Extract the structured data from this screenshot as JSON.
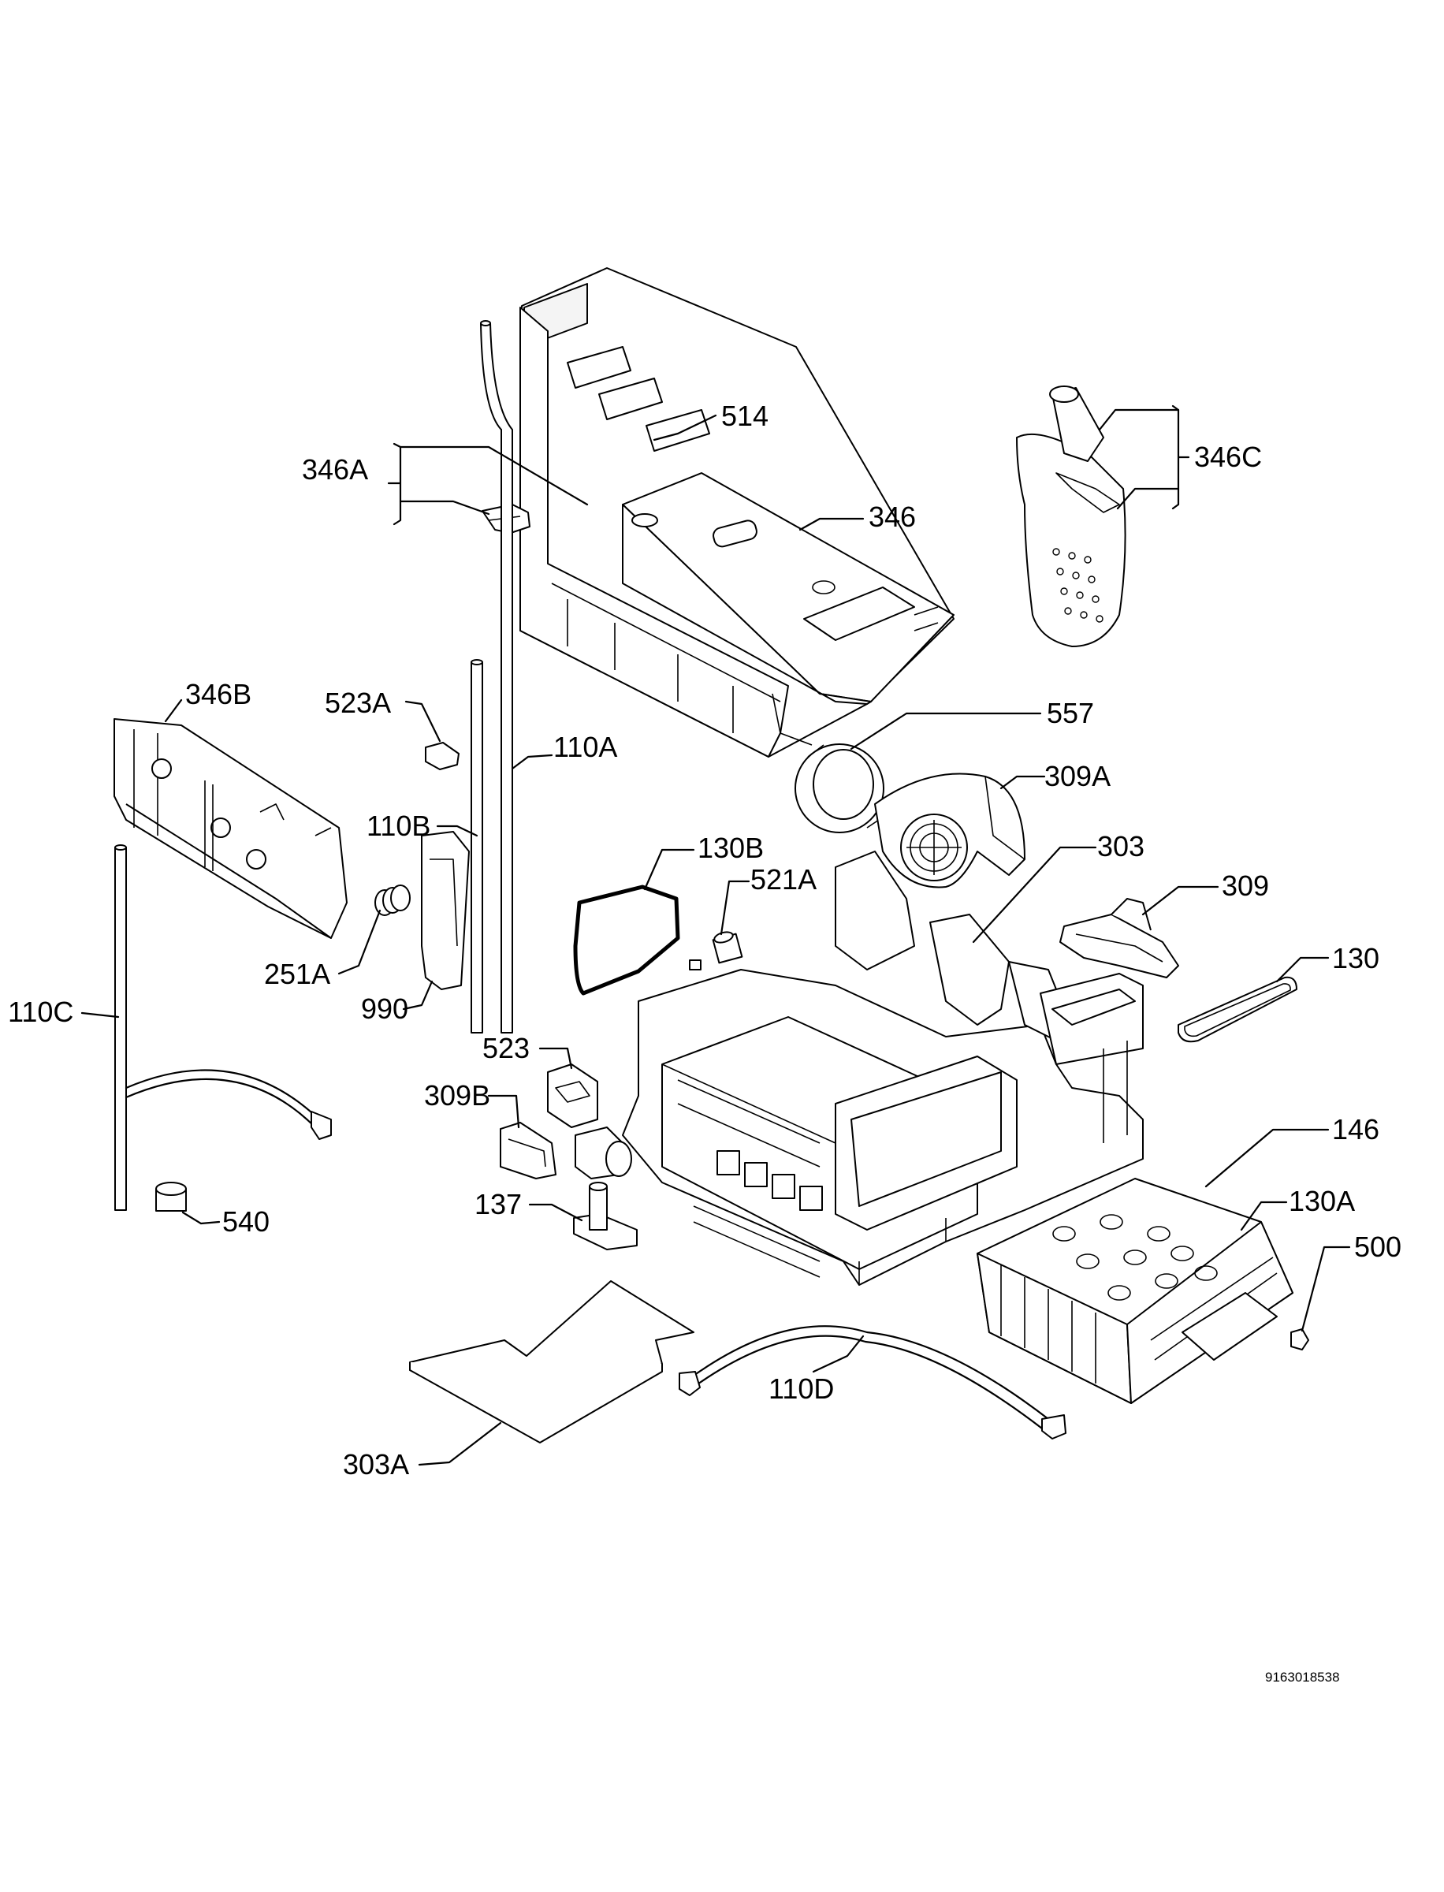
{
  "labels": {
    "p514": "514",
    "p346A": "346A",
    "p346": "346",
    "p346C": "346C",
    "p346B": "346B",
    "p523A": "523A",
    "p110A": "110A",
    "p557": "557",
    "p309A": "309A",
    "p110B": "110B",
    "p130B": "130B",
    "p303": "303",
    "p521A": "521A",
    "p309": "309",
    "p251A": "251A",
    "p130": "130",
    "p990": "990",
    "p110C": "110C",
    "p523": "523",
    "p309B": "309B",
    "p146": "146",
    "p130A": "130A",
    "p137": "137",
    "p500": "500",
    "p540": "540",
    "p110D": "110D",
    "p303A": "303A"
  },
  "document_id": "9163018538"
}
